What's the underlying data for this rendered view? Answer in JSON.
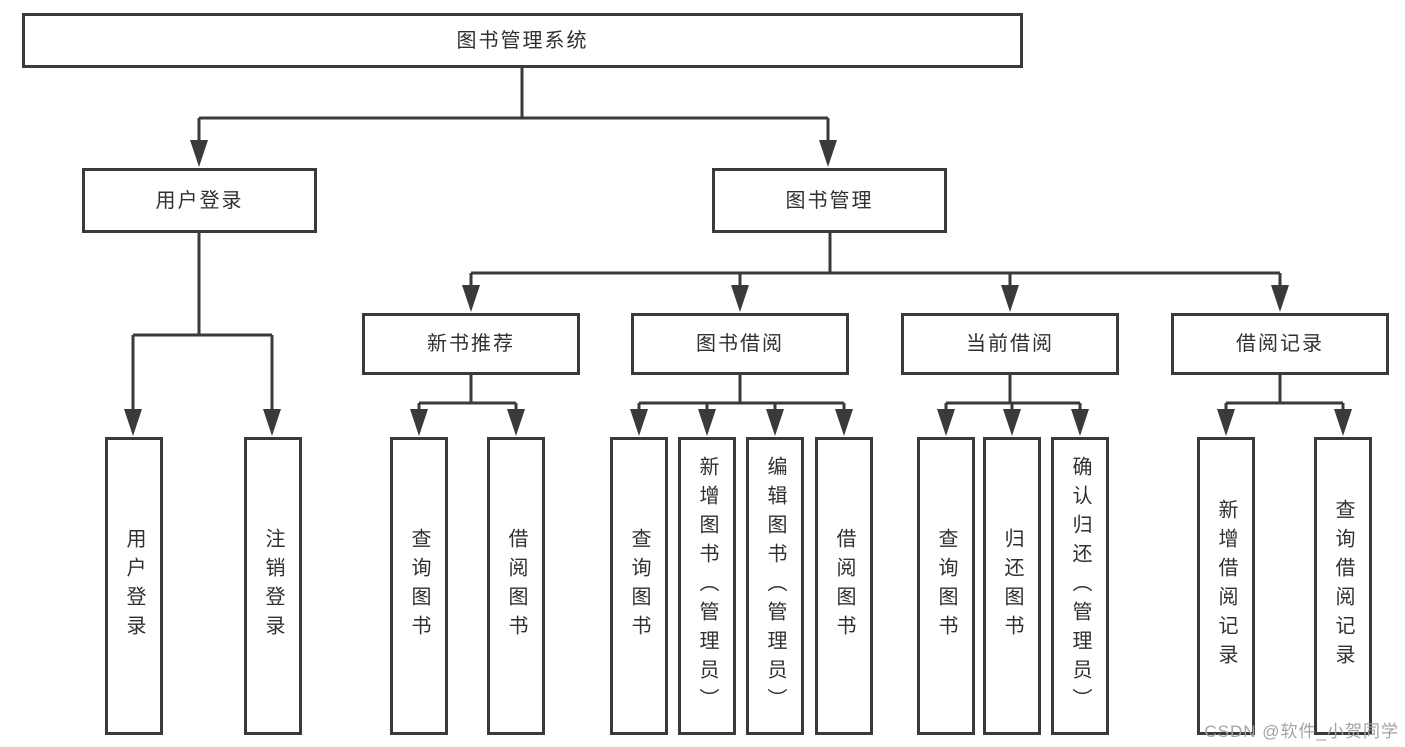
{
  "tree": {
    "label": "图书管理系统",
    "children": [
      {
        "label": "用户登录",
        "children": [
          {
            "label": "用户登录"
          },
          {
            "label": "注销登录"
          }
        ]
      },
      {
        "label": "图书管理",
        "children": [
          {
            "label": "新书推荐",
            "children": [
              {
                "label": "查询图书"
              },
              {
                "label": "借阅图书"
              }
            ]
          },
          {
            "label": "图书借阅",
            "children": [
              {
                "label": "查询图书"
              },
              {
                "label": "新增图书（管理员）"
              },
              {
                "label": "编辑图书（管理员）"
              },
              {
                "label": "借阅图书"
              }
            ]
          },
          {
            "label": "当前借阅",
            "children": [
              {
                "label": "查询图书"
              },
              {
                "label": "归还图书"
              },
              {
                "label": "确认归还（管理员）"
              }
            ]
          },
          {
            "label": "借阅记录",
            "children": [
              {
                "label": "新增借阅记录"
              },
              {
                "label": "查询借阅记录"
              }
            ]
          }
        ]
      }
    ]
  },
  "watermark": "CSDN @软件_小贺同学",
  "style": {
    "line_color": "#3a3a3a",
    "text_color": "#303030",
    "watermark_color": "#a3a3a3",
    "background": "#ffffff"
  }
}
